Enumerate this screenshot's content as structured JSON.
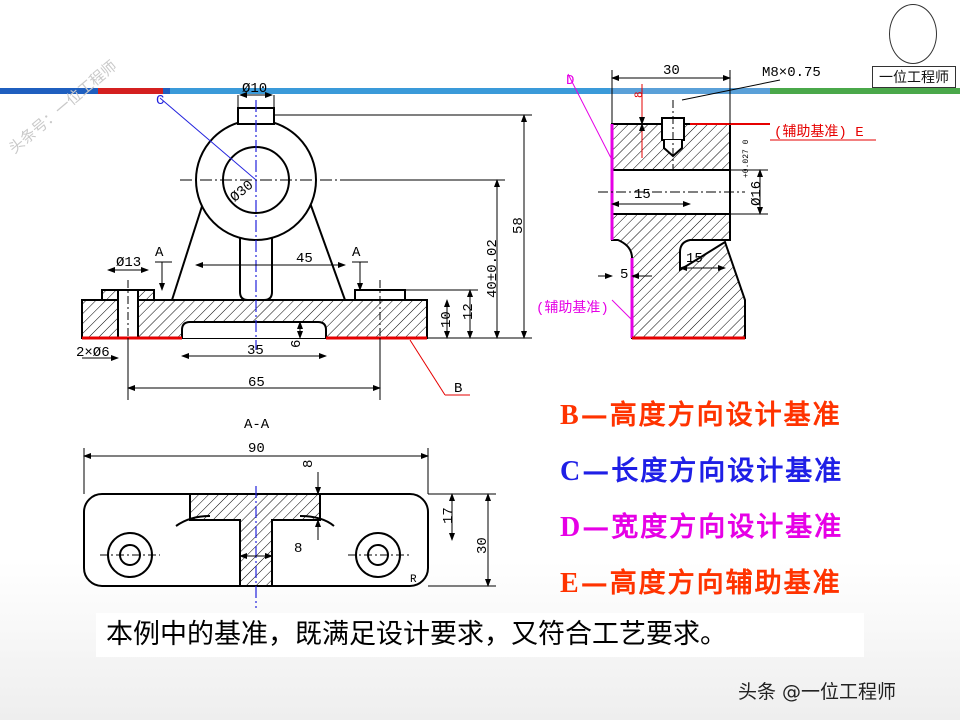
{
  "watermark": "头条号：一位工程师",
  "logo": {
    "label": "一位工程师"
  },
  "front_view": {
    "label_C": "C",
    "label_B": "B",
    "section_marks": [
      "A",
      "A"
    ],
    "dims": {
      "d10": "Ø10",
      "d30": "Ø30",
      "d13": "Ø13",
      "n45": "45",
      "n35": "35",
      "n65": "65",
      "n6": "6",
      "n10": "10",
      "n12": "12",
      "n40": "40±0.02",
      "n58": "58",
      "holes": "2×Ø6"
    }
  },
  "side_view": {
    "label_D": "D",
    "aux_E": "(辅助基准) E",
    "aux": "(辅助基准)",
    "dims": {
      "n30": "30",
      "thread": "M8×0.75",
      "n15a": "15",
      "n15b": "15",
      "n5": "5",
      "d16": "Ø16",
      "tol": "+0.027 0",
      "n8": "8"
    }
  },
  "section_view": {
    "title": "A-A",
    "dims": {
      "n90": "90",
      "n8a": "8",
      "n8b": "8",
      "n17": "17",
      "n30": "30",
      "r": "R"
    }
  },
  "legend": [
    {
      "letter": "B",
      "text": "—高度方向设计基准",
      "color": "#ff3300"
    },
    {
      "letter": "C",
      "text": "—长度方向设计基准",
      "color": "#1f1fe6"
    },
    {
      "letter": "D",
      "text": "—宽度方向设计基准",
      "color": "#e600e6"
    },
    {
      "letter": "E",
      "text": "—高度方向辅助基准",
      "color": "#ff3300"
    }
  ],
  "note": "本例中的基准，既满足设计要求，又符合工艺要求。",
  "source": "头条 @一位工程师",
  "colors": {
    "header_blue": "#1f5fbf",
    "header_red": "#d42020",
    "header_green": "#4aa84a",
    "datum_red": "#e60000",
    "datum_blue": "#2222dd",
    "datum_magenta": "#e600e6",
    "hatch": "#000000"
  }
}
